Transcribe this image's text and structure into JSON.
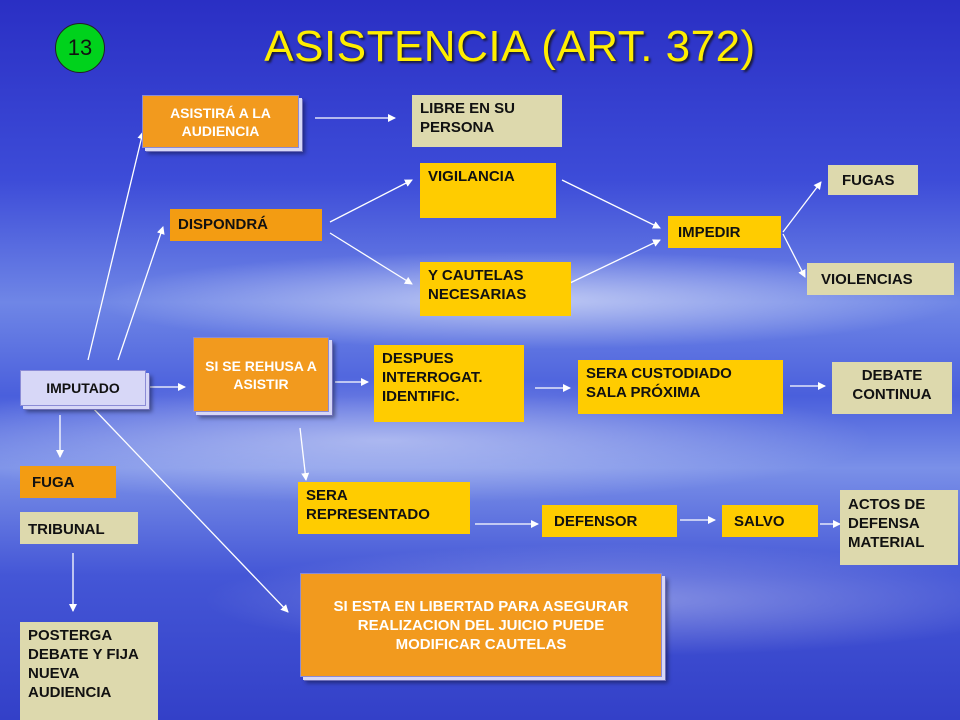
{
  "slide": {
    "number": "13",
    "title": "ASISTENCIA (ART. 372)"
  },
  "nodes": {
    "asistira": "ASISTIRÁ  A LA AUDIENCIA",
    "libre": "LIBRE EN SU PERSONA",
    "vigilancia": "VIGILANCIA",
    "dispondra": "DISPONDRÁ",
    "cautelas": "Y CAUTELAS NECESARIAS",
    "impedir": "IMPEDIR",
    "fugas": "FUGAS",
    "violencias": "VIOLENCIAS",
    "imputado": "IMPUTADO",
    "rehusa": "SI SE REHUSA A ASISTIR",
    "despues": "DESPUES INTERROGAT. IDENTIFIC.",
    "custodiado": "SERA CUSTODIADO SALA PRÓXIMA",
    "debate": "DEBATE CONTINUA",
    "fuga": "FUGA",
    "tribunal": "TRIBUNAL",
    "representado": "SERA REPRESENTADO",
    "defensor": "DEFENSOR",
    "salvo": "SALVO",
    "actos": "ACTOS DE DEFENSA MATERIAL",
    "libertad": "SI ESTA EN LIBERTAD PARA ASEGURAR REALIZACION DEL JUICIO PUEDE MODIFICAR CAUTELAS",
    "posterga": "POSTERGA DEBATE Y FIJA NUEVA AUDIENCIA"
  },
  "colors": {
    "yellow": "#ffcc00",
    "tan": "#ddd9ad",
    "orange": "#f39c12",
    "title": "#ffee00",
    "badge": "#00d21c"
  }
}
